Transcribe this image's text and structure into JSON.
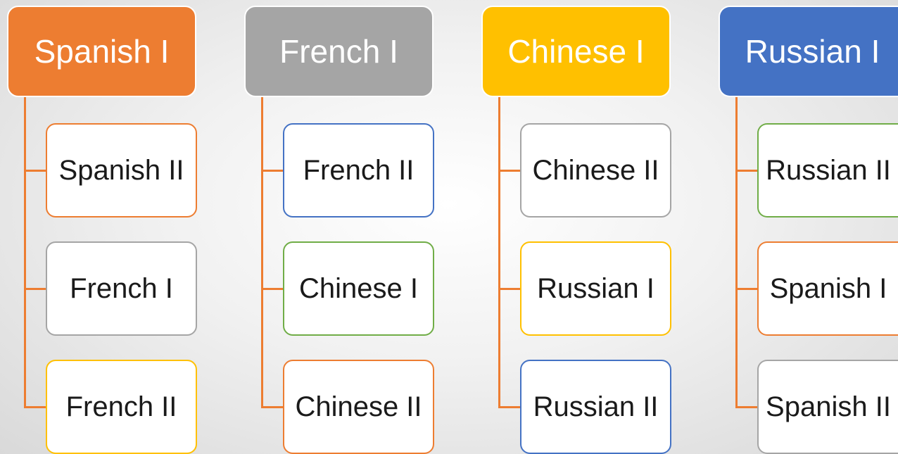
{
  "colors": {
    "orange": "#ed7d31",
    "gray": "#a5a5a5",
    "gold": "#ffc000",
    "blue": "#4472c4",
    "green": "#70ad47",
    "connector": "#ed7d31"
  },
  "columns": [
    {
      "title": "Spanish I",
      "color": "#ed7d31",
      "children": [
        {
          "label": "Spanish II",
          "border": "#ed7d31"
        },
        {
          "label": "French I",
          "border": "#a5a5a5"
        },
        {
          "label": "French II",
          "border": "#ffc000"
        }
      ]
    },
    {
      "title": "French I",
      "color": "#a5a5a5",
      "children": [
        {
          "label": "French II",
          "border": "#4472c4"
        },
        {
          "label": "Chinese I",
          "border": "#70ad47"
        },
        {
          "label": "Chinese II",
          "border": "#ed7d31"
        }
      ]
    },
    {
      "title": "Chinese I",
      "color": "#ffc000",
      "children": [
        {
          "label": "Chinese II",
          "border": "#a5a5a5"
        },
        {
          "label": "Russian I",
          "border": "#ffc000"
        },
        {
          "label": "Russian II",
          "border": "#4472c4"
        }
      ]
    },
    {
      "title": "Russian I",
      "color": "#4472c4",
      "children": [
        {
          "label": "Russian II",
          "border": "#70ad47"
        },
        {
          "label": "Spanish I",
          "border": "#ed7d31"
        },
        {
          "label": "Spanish II",
          "border": "#a5a5a5"
        }
      ]
    }
  ]
}
